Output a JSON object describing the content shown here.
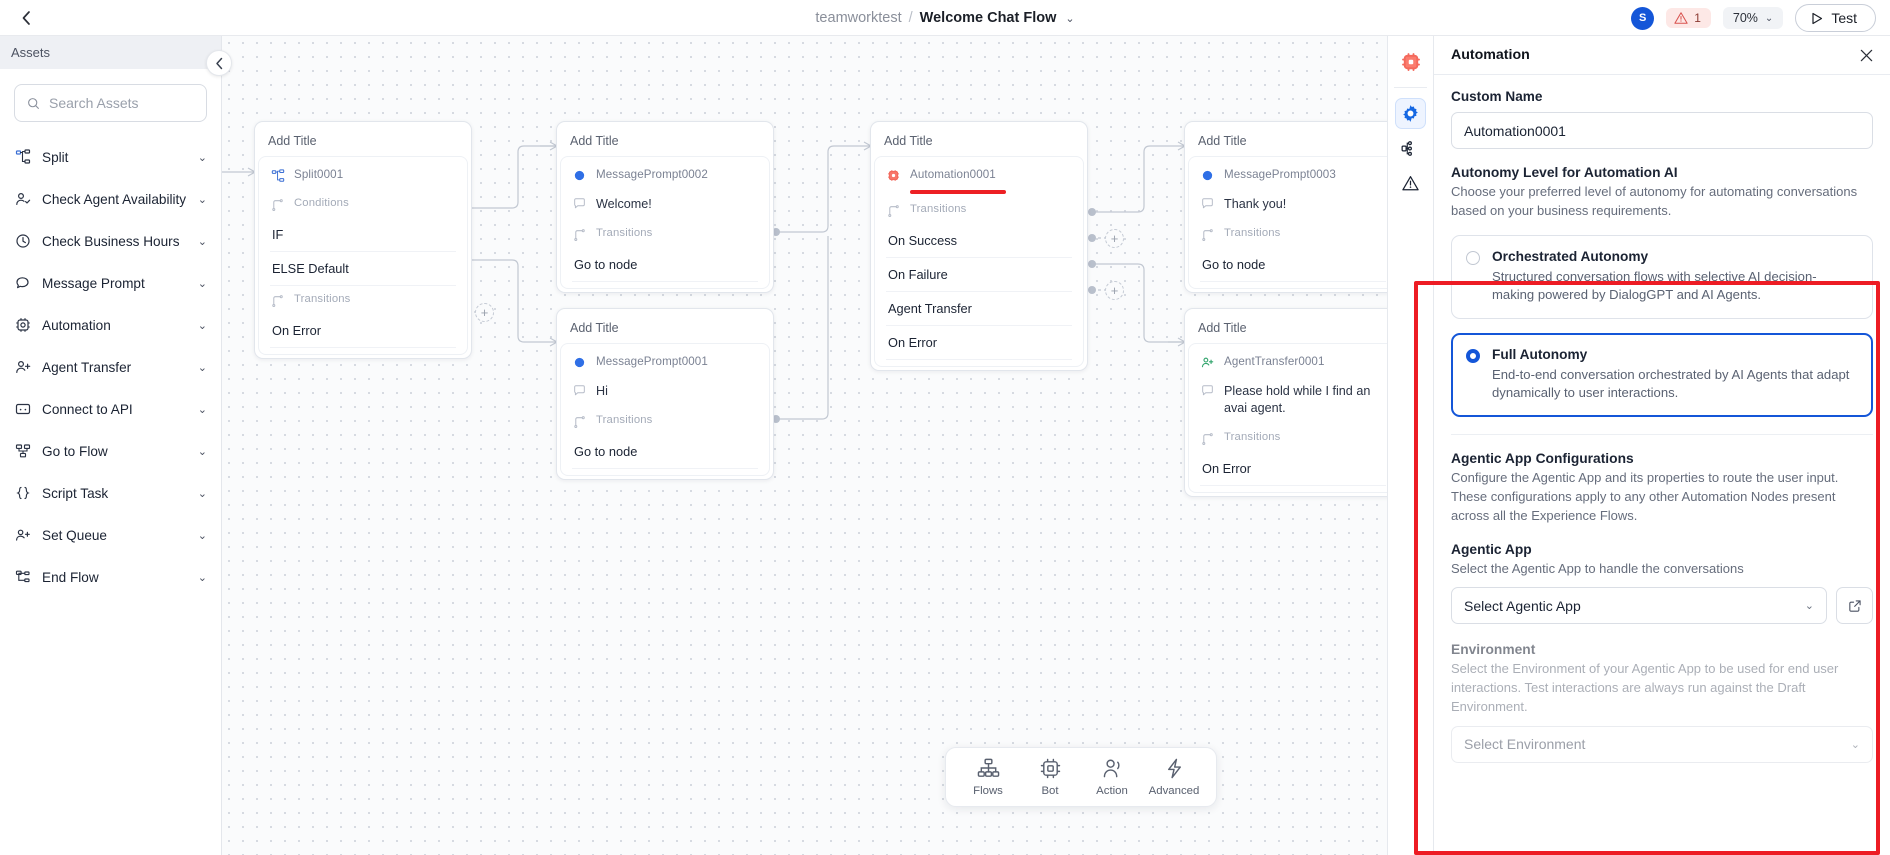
{
  "topbar": {
    "back_icon": "chevron-left-icon",
    "org": "teamworktest",
    "separator": "/",
    "flow_name": "Welcome Chat Flow",
    "flow_caret": "⌄",
    "avatar_initial": "S",
    "warning_count": "1",
    "zoom_level": "70%",
    "zoom_caret": "⌄",
    "test_label": "Test"
  },
  "sidebar": {
    "title": "Assets",
    "collapse_icon": "chevron-left-icon",
    "search_placeholder": "Search Assets",
    "search_value": "",
    "items": [
      {
        "label": "Split",
        "icon": "split-icon"
      },
      {
        "label": "Check Agent Availability",
        "icon": "agent-check-icon"
      },
      {
        "label": "Check Business Hours",
        "icon": "clock-icon"
      },
      {
        "label": "Message Prompt",
        "icon": "chat-bubble-icon"
      },
      {
        "label": "Automation",
        "icon": "automation-gear-icon"
      },
      {
        "label": "Agent Transfer",
        "icon": "agent-add-icon"
      },
      {
        "label": "Connect to API",
        "icon": "api-icon"
      },
      {
        "label": "Go to Flow",
        "icon": "go-to-flow-icon"
      },
      {
        "label": "Script Task",
        "icon": "braces-icon"
      },
      {
        "label": "Set Queue",
        "icon": "queue-icon"
      },
      {
        "label": "End Flow",
        "icon": "end-flow-icon"
      }
    ]
  },
  "canvas": {
    "node_title_placeholder": "Add Title",
    "labels": {
      "conditions": "Conditions",
      "transitions": "Transitions"
    },
    "nodes": [
      {
        "id": "split",
        "title": "Add Title",
        "name": "Split0001",
        "icon": "split-icon",
        "sections": [
          {
            "label": "Conditions",
            "options": [
              "IF",
              "ELSE Default"
            ]
          },
          {
            "label": "Transitions",
            "options": [
              "On Error"
            ]
          }
        ]
      },
      {
        "id": "message-prompt-0002",
        "title": "Add Title",
        "name": "MessagePrompt0002",
        "icon": "dot-icon",
        "message": "Welcome!",
        "sections": [
          {
            "label": "Transitions",
            "options": [
              "Go to node"
            ]
          }
        ]
      },
      {
        "id": "automation-0001",
        "title": "Add Title",
        "name": "Automation0001",
        "icon": "automation-gear-icon",
        "highlighted": true,
        "sections": [
          {
            "label": "Transitions",
            "options": [
              "On Success",
              "On Failure",
              "Agent Transfer",
              "On Error"
            ]
          }
        ]
      },
      {
        "id": "message-prompt-0003",
        "title": "Add Title",
        "name": "MessagePrompt0003",
        "icon": "dot-icon",
        "message": "Thank you!",
        "sections": [
          {
            "label": "Transitions",
            "options": [
              "Go to node"
            ]
          }
        ]
      },
      {
        "id": "message-prompt-0001",
        "title": "Add Title",
        "name": "MessagePrompt0001",
        "icon": "dot-icon",
        "message": "Hi",
        "sections": [
          {
            "label": "Transitions",
            "options": [
              "Go to node"
            ]
          }
        ]
      },
      {
        "id": "agent-transfer-0001",
        "title": "Add Title",
        "name": "AgentTransfer0001",
        "icon": "agent-add-icon",
        "message": "Please hold while I find an avai agent.",
        "sections": [
          {
            "label": "Transitions",
            "options": [
              "On Error"
            ]
          }
        ]
      }
    ],
    "bottom_toolbar": [
      {
        "label": "Flows",
        "icon": "flows-icon"
      },
      {
        "label": "Bot",
        "icon": "chip-icon"
      },
      {
        "label": "Action",
        "icon": "person-icon"
      },
      {
        "label": "Advanced",
        "icon": "bolt-icon"
      }
    ]
  },
  "rail": {
    "items": [
      {
        "name": "automation-node-icon",
        "selected": false
      },
      {
        "name": "settings-gear-icon",
        "selected": true
      },
      {
        "name": "flow-tree-icon",
        "selected": false
      },
      {
        "name": "warning-triangle-icon",
        "selected": false
      }
    ]
  },
  "panel": {
    "title": "Automation",
    "close_icon": "close-icon",
    "custom_name_label": "Custom Name",
    "custom_name_value": "Automation0001",
    "autonomy_title": "Autonomy Level for Automation AI",
    "autonomy_desc": "Choose your preferred level of autonomy for automating conversations based on your business requirements.",
    "options": [
      {
        "title": "Orchestrated Autonomy",
        "desc": "Structured conversation flows with selective AI decision-making powered by DialogGPT and AI Agents.",
        "selected": false
      },
      {
        "title": "Full Autonomy",
        "desc": "End-to-end conversation orchestrated by AI Agents that adapt dynamically to user interactions.",
        "selected": true
      }
    ],
    "agentic_section_title": "Agentic App Configurations",
    "agentic_section_desc": "Configure the Agentic App and its properties to route the user input. These configurations apply to any other Automation Nodes present across all the Experience Flows.",
    "agentic_app_label": "Agentic App",
    "agentic_app_desc": "Select the Agentic App to handle the conversations",
    "agentic_app_value": "Select Agentic App",
    "external_link_icon": "external-link-icon",
    "environment_label": "Environment",
    "environment_desc": "Select the Environment of your Agentic App to be used for end user interactions. Test interactions are always run against the Draft Environment.",
    "environment_value": "Select Environment"
  },
  "colors": {
    "accent_blue": "#1456d8",
    "annotation_red": "#ed1c24",
    "warning_bg": "#fde8e6",
    "canvas_bg": "#fafbfc"
  }
}
